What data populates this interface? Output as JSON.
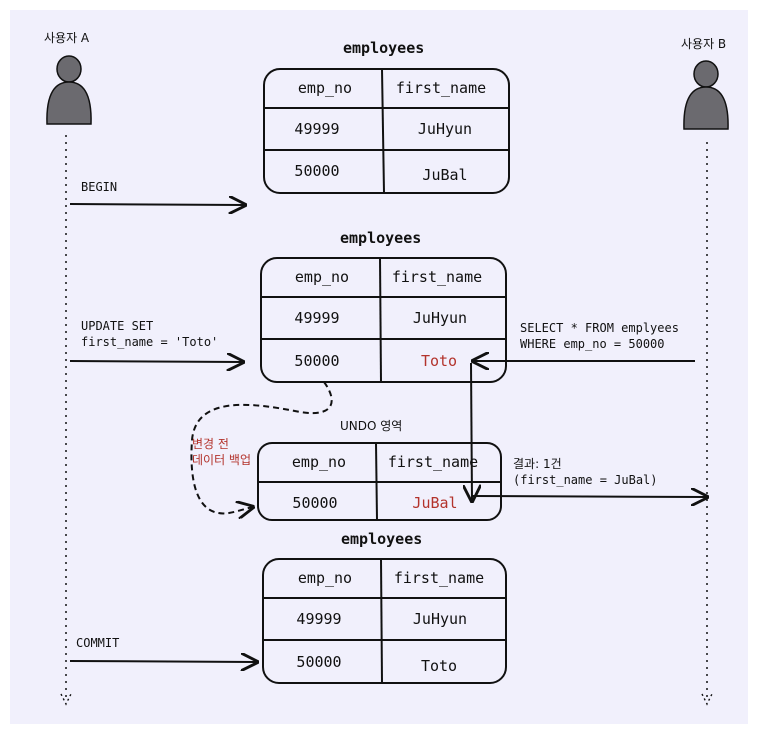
{
  "users": {
    "a": "사용자 A",
    "b": "사용자 B"
  },
  "steps": {
    "begin": "BEGIN",
    "update_line1": "UPDATE SET",
    "update_line2": "first_name = 'Toto'",
    "commit": "COMMIT",
    "select_line1": "SELECT * FROM emplyees",
    "select_line2": "WHERE emp_no = 50000",
    "result_line1": "결과: 1건",
    "result_line2": "(first_name = JuBal)",
    "undo_note_line1": "변경 전",
    "undo_note_line2": "데이터 백업",
    "undo_title": "UNDO 영역"
  },
  "tables": {
    "t1": {
      "title": "employees",
      "headers": [
        "emp_no",
        "first_name"
      ],
      "rows": [
        [
          "49999",
          "JuHyun"
        ],
        [
          "50000",
          "JuBal"
        ]
      ]
    },
    "t2": {
      "title": "employees",
      "headers": [
        "emp_no",
        "first_name"
      ],
      "rows": [
        [
          "49999",
          "JuHyun"
        ],
        [
          "50000",
          "Toto"
        ]
      ]
    },
    "undo": {
      "headers": [
        "emp_no",
        "first_name"
      ],
      "rows": [
        [
          "50000",
          "JuBal"
        ]
      ]
    },
    "t3": {
      "title": "employees",
      "headers": [
        "emp_no",
        "first_name"
      ],
      "rows": [
        [
          "49999",
          "JuHyun"
        ],
        [
          "50000",
          "Toto"
        ]
      ]
    }
  },
  "colors": {
    "background": "#f1f0fc",
    "ink": "#111111",
    "user_icon": "#6b6a6f",
    "changed_value": "#b3332c"
  }
}
